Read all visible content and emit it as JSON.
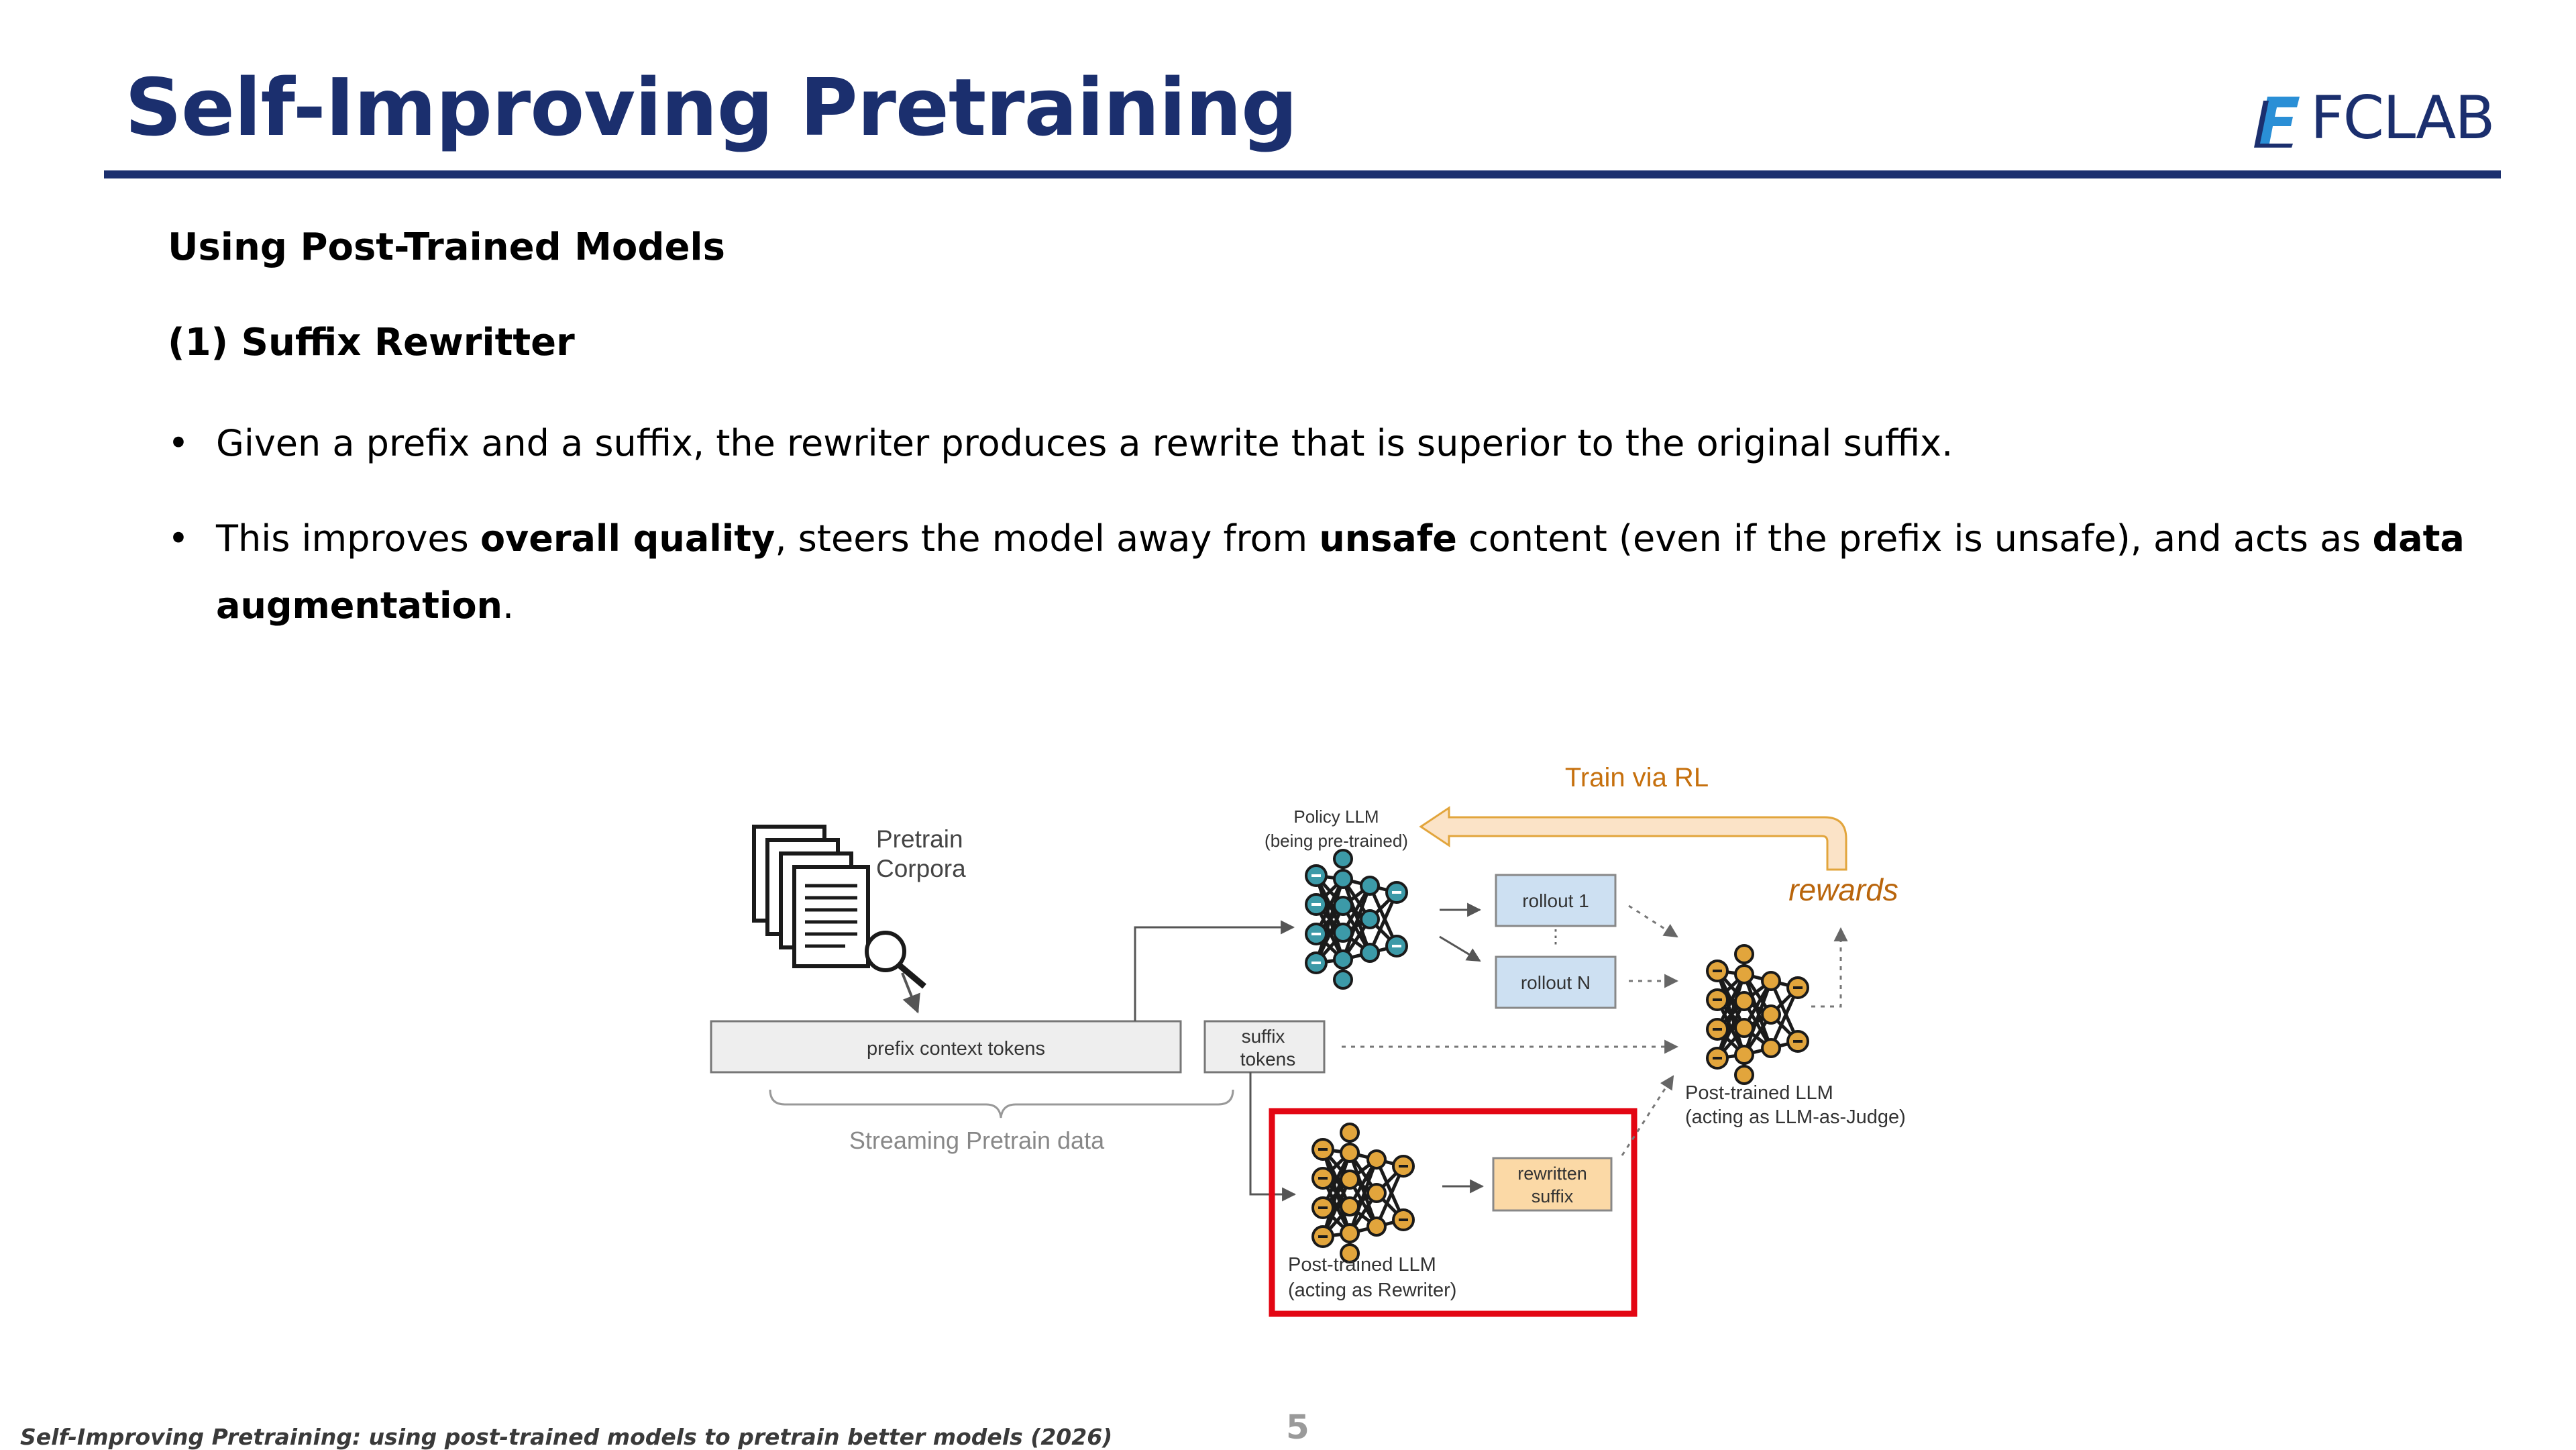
{
  "title": "Self-Improving Pretraining",
  "logo": {
    "text": "FCLAB",
    "brand_color": "#1b2f6e",
    "accent_color": "#2a8fd6"
  },
  "section": {
    "heading": "Using Post-Trained Models",
    "subheading": "(1) Suffix Rewritter"
  },
  "bullets": {
    "b1": {
      "marker": "•",
      "text": "Given a prefix and a suffix, the rewriter produces a rewrite that is superior to the original suffix."
    },
    "b2": {
      "marker": "•",
      "t1": "This improves ",
      "k1": "overall quality",
      "t2": ", steers the model away from ",
      "k2": "unsafe",
      "t3": " content (even if the prefix is unsafe), and acts as ",
      "k3": "data",
      "k4": "augmentation",
      "t4": "."
    }
  },
  "diagram": {
    "pretrain_corpora": [
      "Pretrain",
      "Corpora"
    ],
    "prefix_tokens": "prefix context tokens",
    "suffix_tokens": [
      "suffix",
      "tokens"
    ],
    "streaming": "Streaming Pretrain data",
    "policy_llm": [
      "Policy LLM",
      "(being pre-trained)"
    ],
    "train_via_rl": "Train via RL",
    "rewards": "rewards",
    "rollout_1": "rollout 1",
    "rollout_n": "rollout N",
    "judge_llm": [
      "Post-trained LLM",
      "(acting as LLM-as-Judge)"
    ],
    "rewriter_llm": [
      "Post-trained LLM",
      "(acting as Rewriter)"
    ],
    "rewritten_suffix": [
      "rewritten",
      "suffix"
    ],
    "icons": [
      "documents-icon",
      "magnifier-icon",
      "neural-network-icon"
    ],
    "colors": {
      "teal_node": "#3c9aa8",
      "orange_node": "#e2a53c",
      "rl_orange": "#c6700d",
      "highlight_red": "#e30613",
      "rollout_fill": "#cde0f2"
    }
  },
  "footer": "Self-Improving Pretraining:  using post-trained models to pretrain better models (2026)",
  "page_number": "5"
}
